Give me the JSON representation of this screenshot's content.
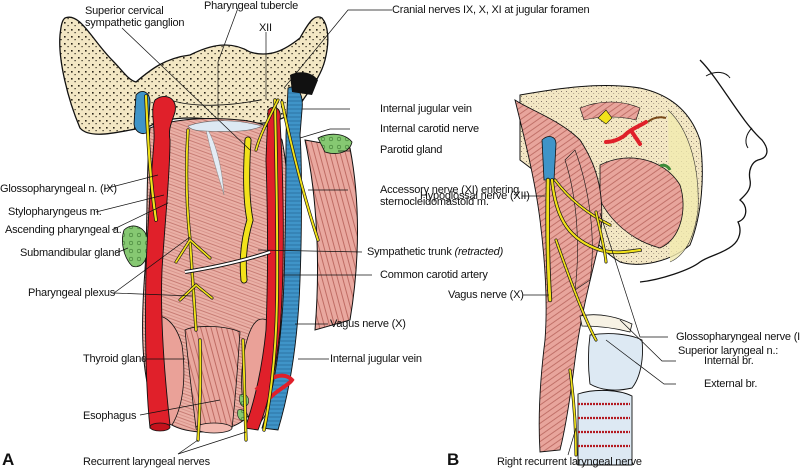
{
  "figure": {
    "panels": [
      {
        "id": "A",
        "label": "A"
      },
      {
        "id": "B",
        "label": "B"
      }
    ],
    "colors": {
      "bone": "#f3e7c4",
      "muscle": "#e8a39b",
      "artery": "#e0202a",
      "vein": "#3f94c8",
      "nerve": "#f2e21a",
      "gland": "#7fc46a",
      "cartilage": "#dde9f3",
      "line": "#111111"
    }
  },
  "panelA": {
    "labels": {
      "superior_cervical_1": "Superior cervical",
      "superior_cervical_2": "sympathetic ganglion",
      "pharyngeal_tubercle": "Pharyngeal tubercle",
      "xii": "XII",
      "cranial_nerves": "Cranial nerves IX, X, XI at jugular foramen",
      "internal_jugular_vein_top": "Internal jugular vein",
      "internal_carotid_nerve": "Internal carotid nerve",
      "parotid_gland": "Parotid gland",
      "glossopharyngeal": "Glossopharyngeal n. (IX)",
      "stylopharyngeus": "Stylopharyngeus m.",
      "ascending_pharyngeal": "Ascending pharyngeal a.",
      "submandibular_gland": "Submandibular gland",
      "pharyngeal_plexus": "Pharyngeal plexus",
      "accessory_1": "Accessory nerve (XI) entering",
      "accessory_2": "sternocleidomastoid m.",
      "sympathetic_trunk": "Sympathetic trunk",
      "sympathetic_trunk_note": "(retracted)",
      "common_carotid": "Common carotid artery",
      "vagus": "Vagus nerve (X)",
      "thyroid_gland": "Thyroid gland",
      "internal_jugular_vein_bottom": "Internal jugular vein",
      "esophagus": "Esophagus",
      "recurrent_laryngeal": "Recurrent laryngeal nerves"
    }
  },
  "panelB": {
    "labels": {
      "hypoglossal": "Hypoglossal nerve (XII)",
      "vagus": "Vagus nerve (X)",
      "glossopharyngeal": "Glossopharyngeal nerve (IX)",
      "superior_laryngeal": "Superior laryngeal n.:",
      "internal_br": "Internal br.",
      "external_br": "External br.",
      "right_recurrent": "Right recurrent laryngeal nerve"
    }
  }
}
